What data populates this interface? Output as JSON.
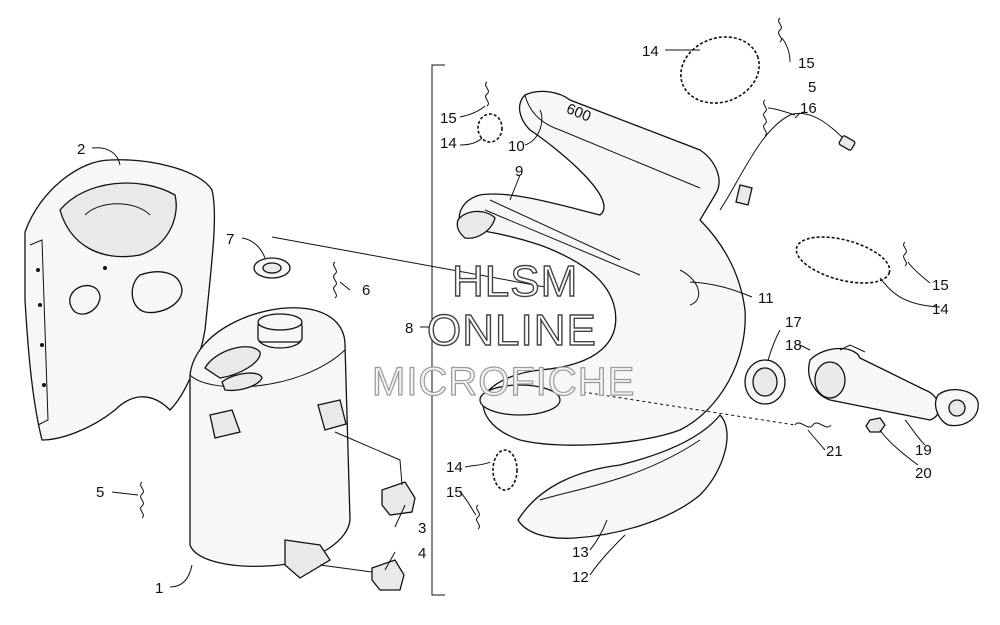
{
  "watermark": {
    "line1": "HLSM",
    "line2": "ONLINE",
    "line3": "MICROFICHE"
  },
  "callouts": [
    {
      "id": "c1",
      "text": "1"
    },
    {
      "id": "c2",
      "text": "2"
    },
    {
      "id": "c3",
      "text": "3"
    },
    {
      "id": "c4",
      "text": "4"
    },
    {
      "id": "c5a",
      "text": "5"
    },
    {
      "id": "c5b",
      "text": "5"
    },
    {
      "id": "c6",
      "text": "6"
    },
    {
      "id": "c7",
      "text": "7"
    },
    {
      "id": "c8",
      "text": "8"
    },
    {
      "id": "c9",
      "text": "9"
    },
    {
      "id": "c10",
      "text": "10"
    },
    {
      "id": "c11",
      "text": "11"
    },
    {
      "id": "c12",
      "text": "12"
    },
    {
      "id": "c13",
      "text": "13"
    },
    {
      "id": "c14a",
      "text": "14"
    },
    {
      "id": "c14b",
      "text": "14"
    },
    {
      "id": "c14c",
      "text": "14"
    },
    {
      "id": "c14d",
      "text": "14"
    },
    {
      "id": "c15a",
      "text": "15"
    },
    {
      "id": "c15b",
      "text": "15"
    },
    {
      "id": "c15c",
      "text": "15"
    },
    {
      "id": "c15d",
      "text": "15"
    },
    {
      "id": "c16",
      "text": "16"
    },
    {
      "id": "c17",
      "text": "17"
    },
    {
      "id": "c18",
      "text": "18"
    },
    {
      "id": "c19",
      "text": "19"
    },
    {
      "id": "c20",
      "text": "20"
    },
    {
      "id": "c21",
      "text": "21"
    }
  ],
  "pipe_marking": "600"
}
